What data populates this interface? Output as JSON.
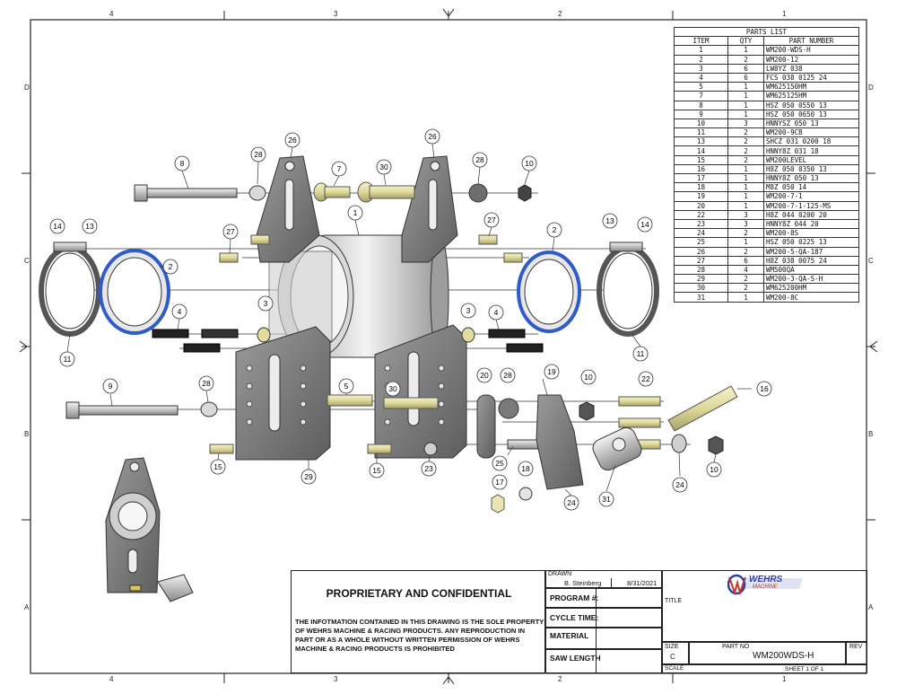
{
  "zones": {
    "columns": [
      "4",
      "3",
      "2",
      "1"
    ],
    "rows": [
      "D",
      "C",
      "B",
      "A"
    ]
  },
  "parts_list": {
    "title": "PARTS LIST",
    "headers": [
      "ITEM",
      "QTY",
      "PART NUMBER"
    ],
    "rows": [
      [
        "1",
        "1",
        "WM200-WDS-H"
      ],
      [
        "2",
        "2",
        "WM200-12"
      ],
      [
        "3",
        "6",
        "LW8YZ 038"
      ],
      [
        "4",
        "6",
        "FCS 038 0125 24"
      ],
      [
        "5",
        "1",
        "WM625150HM"
      ],
      [
        "7",
        "1",
        "WM625125HM"
      ],
      [
        "8",
        "1",
        "HSZ 050 0550 13"
      ],
      [
        "9",
        "1",
        "HSZ 050 0650 13"
      ],
      [
        "10",
        "3",
        "HNNYSZ 050 13"
      ],
      [
        "11",
        "2",
        "WM200-9CB"
      ],
      [
        "13",
        "2",
        "SHCZ 031 0200 18"
      ],
      [
        "14",
        "2",
        "HNNY8Z 031 18"
      ],
      [
        "15",
        "2",
        "WM200LEVEL"
      ],
      [
        "16",
        "1",
        "H8Z 050 0350 13"
      ],
      [
        "17",
        "1",
        "HNNY8Z 050 13"
      ],
      [
        "18",
        "1",
        "M8Z 050 14"
      ],
      [
        "19",
        "1",
        "WM200-7-1"
      ],
      [
        "20",
        "1",
        "WM200-7-1-125-MS"
      ],
      [
        "22",
        "3",
        "H8Z 044 0200 20"
      ],
      [
        "23",
        "3",
        "HNNY8Z 044 20"
      ],
      [
        "24",
        "2",
        "WM200-8S"
      ],
      [
        "25",
        "1",
        "HSZ 050 0225 13"
      ],
      [
        "26",
        "2",
        "WM200-5-QA-187"
      ],
      [
        "27",
        "6",
        "H8Z 038 0075 24"
      ],
      [
        "28",
        "4",
        "WM500QA"
      ],
      [
        "29",
        "2",
        "WM200-3-QA-S-H"
      ],
      [
        "30",
        "2",
        "WM625200HM"
      ],
      [
        "31",
        "1",
        "WM200-8C"
      ]
    ]
  },
  "balloons": [
    {
      "n": "8"
    },
    {
      "n": "28"
    },
    {
      "n": "26"
    },
    {
      "n": "7"
    },
    {
      "n": "30"
    },
    {
      "n": "26"
    },
    {
      "n": "28"
    },
    {
      "n": "10"
    },
    {
      "n": "1"
    },
    {
      "n": "14"
    },
    {
      "n": "13"
    },
    {
      "n": "27"
    },
    {
      "n": "27"
    },
    {
      "n": "2"
    },
    {
      "n": "13"
    },
    {
      "n": "14"
    },
    {
      "n": "2"
    },
    {
      "n": "11"
    },
    {
      "n": "4"
    },
    {
      "n": "3"
    },
    {
      "n": "3"
    },
    {
      "n": "4"
    },
    {
      "n": "11"
    },
    {
      "n": "9"
    },
    {
      "n": "28"
    },
    {
      "n": "5"
    },
    {
      "n": "30"
    },
    {
      "n": "20"
    },
    {
      "n": "28"
    },
    {
      "n": "19"
    },
    {
      "n": "10"
    },
    {
      "n": "22"
    },
    {
      "n": "16"
    },
    {
      "n": "15"
    },
    {
      "n": "29"
    },
    {
      "n": "15"
    },
    {
      "n": "23"
    },
    {
      "n": "25"
    },
    {
      "n": "18"
    },
    {
      "n": "17"
    },
    {
      "n": "24"
    },
    {
      "n": "31"
    },
    {
      "n": "24"
    },
    {
      "n": "10"
    }
  ],
  "title_block": {
    "proprietary_heading": "PROPRIETARY AND CONFIDENTIAL",
    "proprietary_text": "THE INFOTMATION CONTAINED IN THIS DRAWING IS THE SOLE PROPERTY OF WEHRS MACHINE & RACING PRODUCTS. ANY REPRODUCTION IN PART OR AS A WHOLE WITHOUT WRITTEN PERMISSION OF WEHRS MACHINE & RACING PRODUCTS IS PROHIBITED",
    "drawn_label": "DRAWN",
    "drawn_by": "B. Steinberg",
    "drawn_date": "8/31/2021",
    "program_label": "PROGRAM #:",
    "cycle_label": "CYCLE TIME:",
    "material_label": "MATERIAL",
    "saw_label": "SAW LENGTH",
    "title_label": "TITLE",
    "size_label": "SIZE",
    "size_value": "C",
    "partno_label": "PART NO",
    "partno_value": "WM200WDS-H",
    "rev_label": "REV",
    "scale_label": "SCALE",
    "sheet_text": "SHEET 1  OF 1",
    "logo_text": "WEHRS",
    "logo_sub": "MACHINE",
    "colors": {
      "logo_blue": "#2a3fa0",
      "logo_red": "#c0392b"
    }
  },
  "colors": {
    "ring_blue": "#2f5cc8",
    "brass": "#ddd89a",
    "steel_dark": "#6e6e6e",
    "steel_light": "#d6d6d6"
  }
}
